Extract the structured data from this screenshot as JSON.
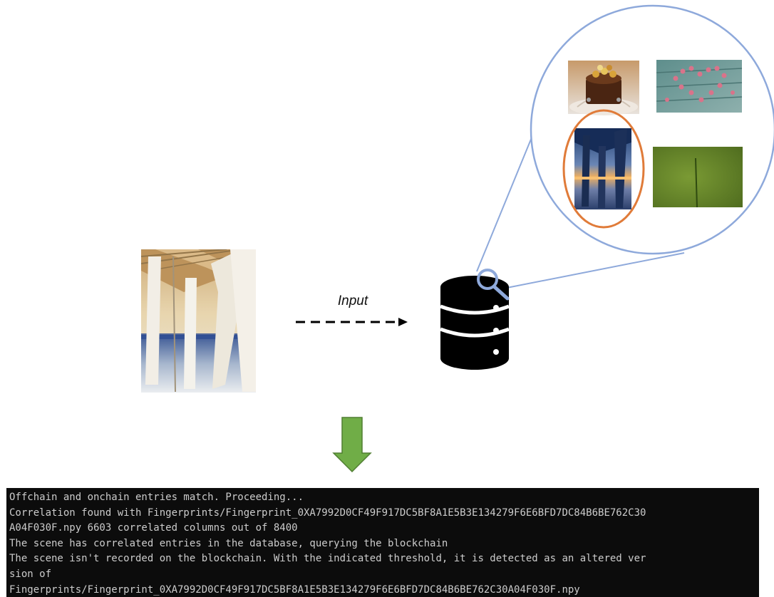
{
  "diagram": {
    "input_label": "Input",
    "colors": {
      "zoom_circle": "#8ea9db",
      "match_highlight": "#e07b39",
      "down_arrow": "#70ad47",
      "database": "#000000",
      "terminal_bg": "#0c0c0c",
      "terminal_text": "#cccccc"
    },
    "icons": [
      "database-icon",
      "magnifier-icon",
      "down-arrow-icon",
      "dashed-arrow-icon"
    ],
    "database_thumbnails": [
      "chocolate-cake-photo",
      "flower-petals-heart-photo",
      "building-pillars-sunset-photo",
      "grass-blade-photo"
    ],
    "matched_thumbnail": "building-pillars-sunset-photo"
  },
  "terminal": {
    "lines": [
      "Offchain and onchain entries match. Proceeding...",
      "Correlation found with Fingerprints/Fingerprint_0XA7992D0CF49F917DC5BF8A1E5B3E134279F6E6BFD7DC84B6BE762C30",
      "A04F030F.npy 6603 correlated columns out of 8400",
      "The scene has correlated entries in the database, querying the blockchain",
      "The scene isn't recorded on the blockchain. With the indicated threshold, it is detected as an altered ver",
      "sion of",
      "Fingerprints/Fingerprint_0XA7992D0CF49F917DC5BF8A1E5B3E134279F6E6BFD7DC84B6BE762C30A04F030F.npy"
    ]
  }
}
